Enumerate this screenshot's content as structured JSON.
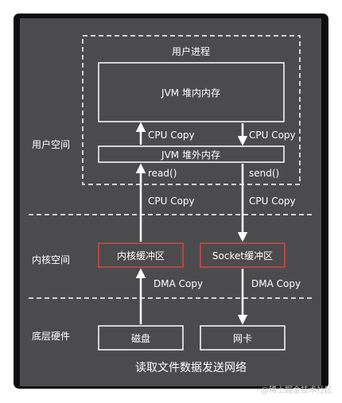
{
  "zones": {
    "user_space": "用户空间",
    "kernel_space": "内核空间",
    "hardware": "底层硬件"
  },
  "user_process_label": "用户进程",
  "boxes": {
    "jvm_heap": "JVM 堆内内存",
    "jvm_offheap": "JVM 堆外内存",
    "kernel_buffer": "内核缓冲区",
    "socket_buffer": "Socket缓冲区",
    "disk": "磁盘",
    "nic": "网卡"
  },
  "arrow_labels": {
    "cpu_copy_up": "CPU Copy",
    "cpu_copy_down": "CPU Copy",
    "read": "read()",
    "send": "send()",
    "cpu_copy_left": "CPU Copy",
    "cpu_copy_right": "CPU Copy",
    "dma_copy_left": "DMA Copy",
    "dma_copy_right": "DMA Copy"
  },
  "caption": "读取文件数据发送网络",
  "watermark": "@稀土掘金技术社区",
  "colors": {
    "panel": "#4b4b4d",
    "line": "#ffffff",
    "kernel_box_border": "#d9473f"
  }
}
